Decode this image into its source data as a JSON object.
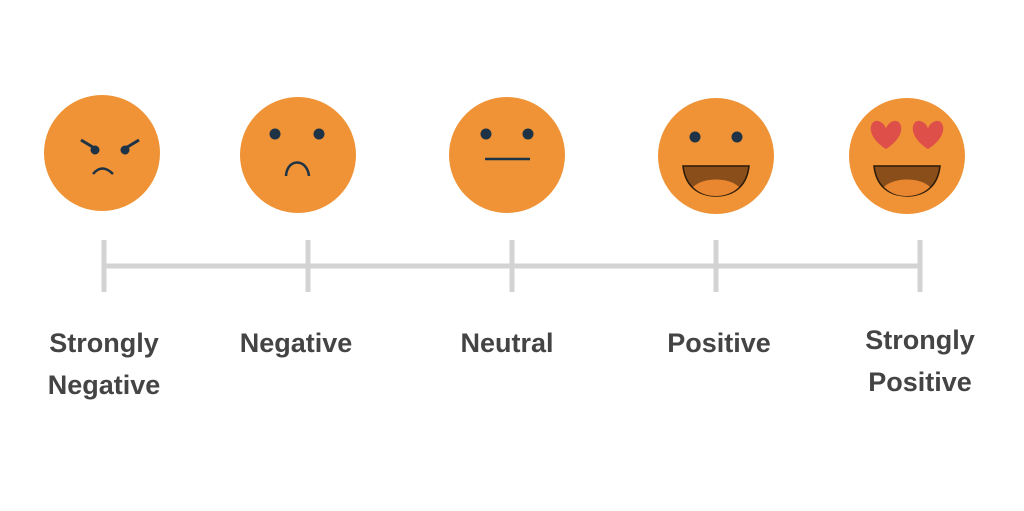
{
  "colors": {
    "face": "#EF9336",
    "eye": "#1F3346",
    "heart": "#DE4F4A",
    "mouth": "#8A4E1A",
    "tongue": "#E8872F",
    "line": "#D3D3D3",
    "text": "#444444"
  },
  "scale": {
    "items": [
      {
        "label_line1": "Strongly",
        "label_line2": "Negative",
        "icon": "angry-face-icon"
      },
      {
        "label_line1": "Negative",
        "label_line2": "",
        "icon": "sad-face-icon"
      },
      {
        "label_line1": "Neutral",
        "label_line2": "",
        "icon": "neutral-face-icon"
      },
      {
        "label_line1": "Positive",
        "label_line2": "",
        "icon": "happy-face-icon"
      },
      {
        "label_line1": "Strongly",
        "label_line2": "Positive",
        "icon": "heart-eyes-face-icon"
      }
    ]
  }
}
